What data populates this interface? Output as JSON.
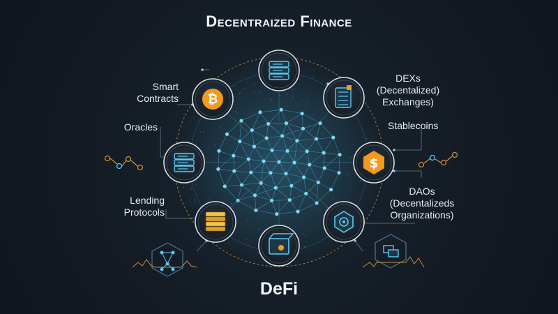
{
  "title": "Decentraized Finance",
  "center_label": "DeFi",
  "labels": {
    "smart_contracts": "Smart\nContracts",
    "oracles": "Oracles",
    "lending_protocols": "Lending\nProtocols",
    "dexs": "DEXs\n(Decentalized)\nExchanges)",
    "stablecoins": "Stablecoins",
    "daos": "DAOs\n(Decentalizeds\nOrganizations)"
  },
  "nodes": [
    {
      "id": "top",
      "icon": "server-stack-icon"
    },
    {
      "id": "smart-contracts",
      "icon": "bitcoin-icon"
    },
    {
      "id": "dexs",
      "icon": "exchange-document-icon"
    },
    {
      "id": "oracles",
      "icon": "database-stack-icon"
    },
    {
      "id": "stablecoins",
      "icon": "dollar-coin-icon"
    },
    {
      "id": "lending-protocols",
      "icon": "gold-stack-icon"
    },
    {
      "id": "daos",
      "icon": "dao-hexagon-icon"
    },
    {
      "id": "bottom",
      "icon": "crypto-box-icon"
    }
  ],
  "colors": {
    "background": "#141b24",
    "node_blue": "#5ec8f0",
    "accent_orange": "#f39a1e",
    "ring_gold": "#c9923a"
  }
}
